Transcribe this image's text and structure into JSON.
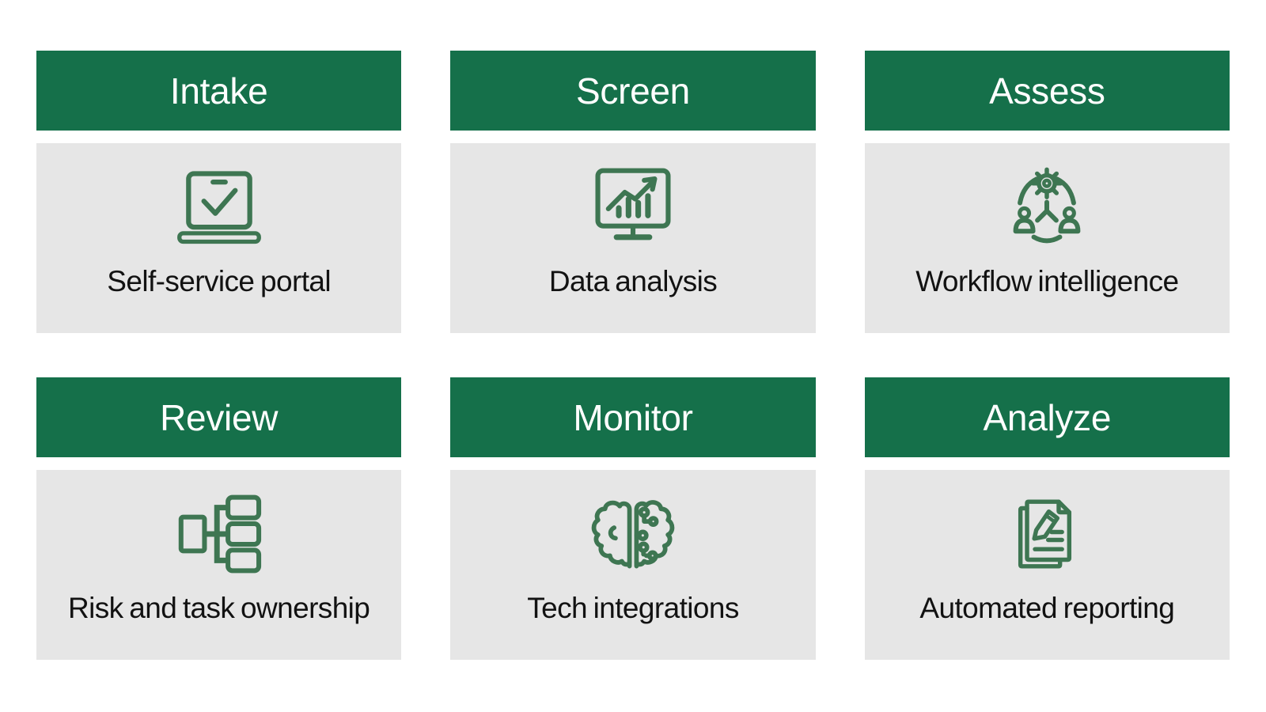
{
  "colors": {
    "page_bg": "#FFFFFF",
    "header_bg": "#15704A",
    "header_text": "#FFFFFF",
    "body_bg": "#E6E6E6",
    "label_text": "#121212",
    "icon_stroke": "#3E7652"
  },
  "cards": [
    {
      "title": "Intake",
      "label": "Self-service portal",
      "icon": "laptop-check-icon"
    },
    {
      "title": "Screen",
      "label": "Data analysis",
      "icon": "monitor-chart-icon"
    },
    {
      "title": "Assess",
      "label": "Workflow intelligence",
      "icon": "people-gear-workflow-icon"
    },
    {
      "title": "Review",
      "label": "Risk and task ownership",
      "icon": "hierarchy-boxes-icon"
    },
    {
      "title": "Monitor",
      "label": "Tech integrations",
      "icon": "brain-circuit-icon"
    },
    {
      "title": "Analyze",
      "label": "Automated reporting",
      "icon": "document-pencil-icon"
    }
  ]
}
